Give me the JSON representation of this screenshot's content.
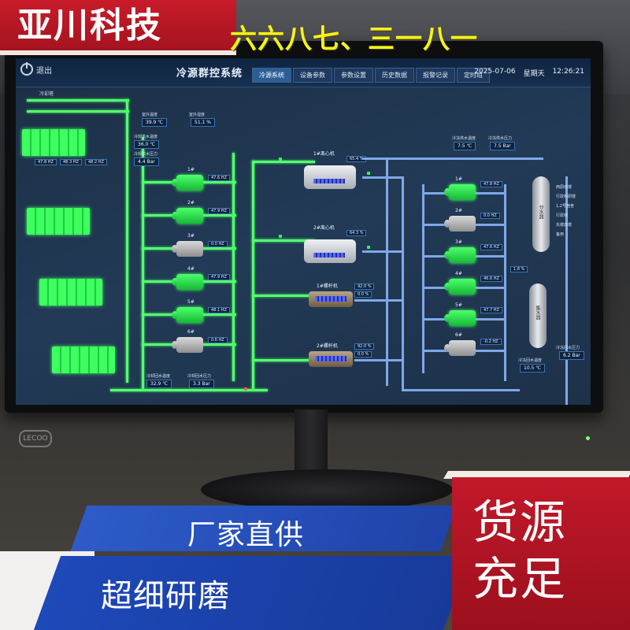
{
  "overlay": {
    "banner_text": "亚川科技",
    "slogan": "六六八七、三一八一",
    "bottom_left_1": "厂家直供",
    "bottom_left_2": "超细研磨",
    "red_line_1": "货源",
    "red_line_2": "充足"
  },
  "monitor": {
    "brand": "LECOO"
  },
  "app": {
    "exit_label": "退出",
    "title": "冷源群控系统",
    "tabs": [
      "冷源系统",
      "设备参数",
      "参数设置",
      "历史数据",
      "报警记录",
      "定时组"
    ],
    "date": "2025-07-06",
    "weekday": "星期天",
    "time": "12:26:21"
  },
  "cooling_side": {
    "tower_label": "冷却塔",
    "outdoor_temp_label": "室外温度",
    "outdoor_temp": "39.9 ℃",
    "humidity_label": "室外湿度",
    "humidity": "51.1 %",
    "supply_temp_label": "冷却供水温度",
    "supply_temp": "36.0 ℃",
    "supply_pressure_label": "冷却供水压力",
    "supply_pressure": "4.4 Bar",
    "return_temp_label": "冷却回水温度",
    "return_temp": "32.9 ℃",
    "return_pressure_label": "冷却回水压力",
    "return_pressure": "3.3 Bar",
    "tower_hz": [
      "47.8 HZ",
      "48.3 HZ",
      "48.2 HZ"
    ],
    "pumps": [
      {
        "name": "1#",
        "hz": "47.6 HZ",
        "state": "on"
      },
      {
        "name": "2#",
        "hz": "47.9 HZ",
        "state": "on"
      },
      {
        "name": "3#",
        "hz": "0.0 HZ",
        "state": "off"
      },
      {
        "name": "4#",
        "hz": "47.9 HZ",
        "state": "on"
      },
      {
        "name": "5#",
        "hz": "48.1 HZ",
        "state": "on"
      },
      {
        "name": "6#",
        "hz": "0.6 HZ",
        "state": "off"
      }
    ]
  },
  "chillers": [
    {
      "name": "1#离心机",
      "load": "65.4 %",
      "kind": "centrifugal"
    },
    {
      "name": "2#离心机",
      "load": "64.3 %",
      "kind": "centrifugal"
    },
    {
      "name": "1#螺杆机",
      "load": "92.0 %",
      "load2": "0.0 %",
      "kind": "screw"
    },
    {
      "name": "2#螺杆机",
      "load": "92.0 %",
      "load2": "0.0 %",
      "kind": "screw"
    }
  ],
  "chilled_side": {
    "supply_temp_label": "冷冻供水温度",
    "supply_temp": "7.5 ℃",
    "supply_pressure_label": "冷冻供水压力",
    "supply_pressure": "7.5 Bar",
    "return_temp_label": "冷冻回水温度",
    "return_temp": "10.5 ℃",
    "return_pressure_label": "冷冻回水压力",
    "return_pressure": "6.2 Bar",
    "pumps": [
      {
        "name": "1#",
        "hz": "47.8 HZ",
        "state": "on"
      },
      {
        "name": "2#",
        "hz": "0.0 HZ",
        "state": "off"
      },
      {
        "name": "3#",
        "hz": "47.6 HZ",
        "state": "on"
      },
      {
        "name": "4#",
        "hz": "46.6 HZ",
        "state": "on"
      },
      {
        "name": "5#",
        "hz": "47.7 HZ",
        "state": "on"
      },
      {
        "name": "6#",
        "hz": "-0.2 HZ",
        "state": "off"
      }
    ],
    "bypass": "1.8 %",
    "supply_header": "分水器",
    "return_header": "集水器",
    "branches": [
      "西厨房楼",
      "行政科研楼",
      "1,2号宿舍",
      "行政楼",
      "东楼高楼",
      "备用"
    ]
  }
}
